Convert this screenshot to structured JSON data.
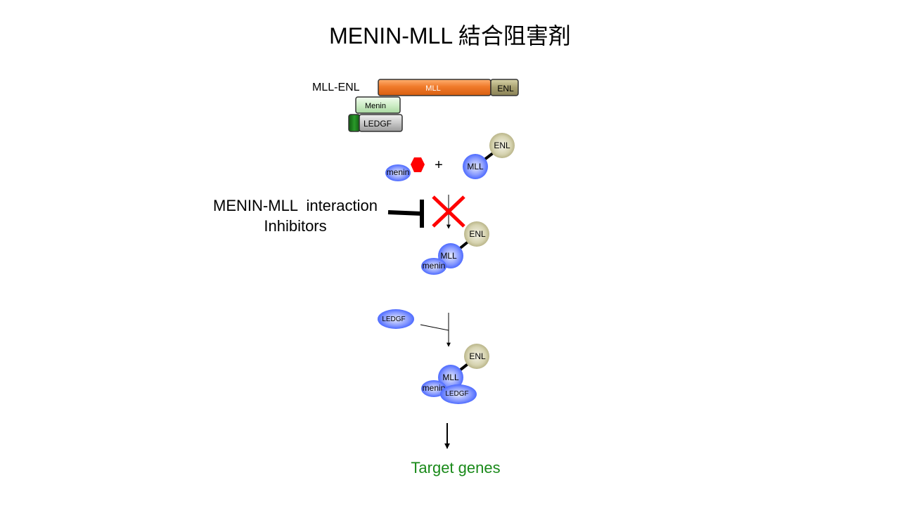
{
  "title": "MENIN-MLL 結合阻害剤",
  "domain_bar": {
    "fusion_label": "MLL-ENL",
    "mll": "MLL",
    "enl": "ENL",
    "menin": "Menin",
    "ledgf": "LEDGF"
  },
  "molecules": {
    "menin": "menin",
    "mll": "MLL",
    "enl": "ENL",
    "ledgf": "LEDGF"
  },
  "plus_sign": "+",
  "inhibitor_label_line1": "MENIN-MLL  interaction",
  "inhibitor_label_line2": "Inhibitors",
  "target_genes": "Target genes",
  "colors": {
    "mll_bar": "#f07a2a",
    "enl_bar": "#a8a070",
    "menin_bar": "#cfeec8",
    "ledgf_bar": "#c8c8c8",
    "ledgf_green": "#1f7a1f",
    "blue_molecule": "#3b5cff",
    "enl_molecule": "#c8c496",
    "inhibitor_hex": "#ff0000",
    "cross": "#ff0000",
    "target_text": "#1a8a1a"
  }
}
